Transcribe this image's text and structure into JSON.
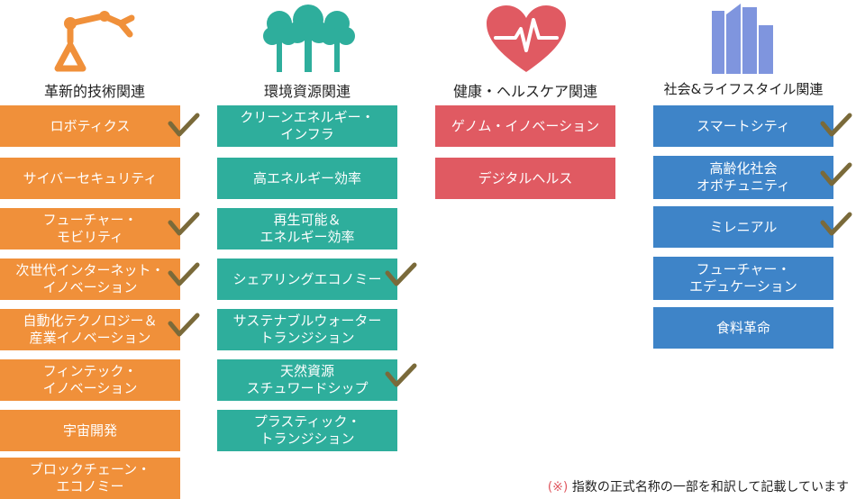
{
  "categories": [
    {
      "title": "革新的技術関連",
      "icon": "robot-arm-icon",
      "color": "#F0903A",
      "items": [
        {
          "label": "ロボティクス",
          "checked": true
        },
        {
          "label": "サイバーセキュリティ",
          "checked": false
        },
        {
          "label": "フューチャー・\nモビリティ",
          "checked": true
        },
        {
          "label": "次世代インターネット・\nイノベーション",
          "checked": true
        },
        {
          "label": "自動化テクノロジー＆\n産業イノベーション",
          "checked": true
        },
        {
          "label": "フィンテック・\nイノベーション",
          "checked": false
        },
        {
          "label": "宇宙開発",
          "checked": false
        },
        {
          "label": "ブロックチェーン・\nエコノミー",
          "checked": false
        }
      ]
    },
    {
      "title": "環境資源関連",
      "icon": "trees-icon",
      "color": "#2EAE9C",
      "items": [
        {
          "label": "クリーンエネルギー・\nインフラ",
          "checked": false
        },
        {
          "label": "高エネルギー効率",
          "checked": false
        },
        {
          "label": "再生可能＆\nエネルギー効率",
          "checked": false
        },
        {
          "label": "シェアリングエコノミー",
          "checked": true
        },
        {
          "label": "サステナブルウォーター\nトランジション",
          "checked": false
        },
        {
          "label": "天然資源\nスチュワードシップ",
          "checked": true
        },
        {
          "label": "プラスティック・\nトランジション",
          "checked": false
        }
      ]
    },
    {
      "title": "健康・ヘルスケア関連",
      "icon": "heart-pulse-icon",
      "color": "#E05A62",
      "items": [
        {
          "label": "ゲノム・イノベーション",
          "checked": false
        },
        {
          "label": "デジタルヘルス",
          "checked": false
        }
      ]
    },
    {
      "title": "社会&ライフスタイル関連",
      "icon": "city-buildings-icon",
      "color": "#3E84C8",
      "items": [
        {
          "label": "スマートシティ",
          "checked": true
        },
        {
          "label": "高齢化社会\nオポチュニティ",
          "checked": true
        },
        {
          "label": "ミレニアル",
          "checked": true
        },
        {
          "label": "フューチャー・\nエデュケーション",
          "checked": false
        },
        {
          "label": "食料革命",
          "checked": false
        }
      ]
    }
  ],
  "check_color": "#7A6A3A",
  "footnote": {
    "mark": "(※)",
    "text": "指数の正式名称の一部を和訳して記載しています"
  }
}
